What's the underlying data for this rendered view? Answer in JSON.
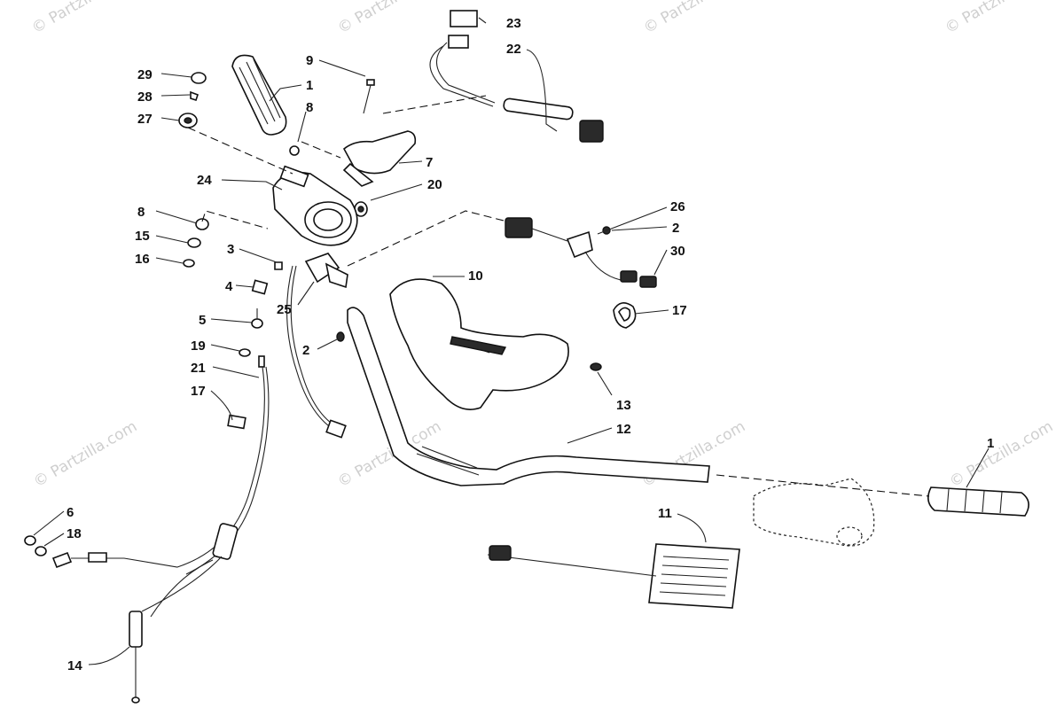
{
  "watermark": {
    "text": "© Partzilla.com"
  },
  "callouts": [
    {
      "id": "c29",
      "label": "29"
    },
    {
      "id": "c28",
      "label": "28"
    },
    {
      "id": "c27",
      "label": "27"
    },
    {
      "id": "c1a",
      "label": "1"
    },
    {
      "id": "c9",
      "label": "9"
    },
    {
      "id": "c8a",
      "label": "8"
    },
    {
      "id": "c23",
      "label": "23"
    },
    {
      "id": "c22",
      "label": "22"
    },
    {
      "id": "c7",
      "label": "7"
    },
    {
      "id": "c24",
      "label": "24"
    },
    {
      "id": "c20",
      "label": "20"
    },
    {
      "id": "c8b",
      "label": "8"
    },
    {
      "id": "c15",
      "label": "15"
    },
    {
      "id": "c16",
      "label": "16"
    },
    {
      "id": "c3",
      "label": "3"
    },
    {
      "id": "c26",
      "label": "26"
    },
    {
      "id": "c2a",
      "label": "2"
    },
    {
      "id": "c30",
      "label": "30"
    },
    {
      "id": "c4",
      "label": "4"
    },
    {
      "id": "c10",
      "label": "10"
    },
    {
      "id": "c25",
      "label": "25"
    },
    {
      "id": "c5",
      "label": "5"
    },
    {
      "id": "c17a",
      "label": "17"
    },
    {
      "id": "c19",
      "label": "19"
    },
    {
      "id": "c2b",
      "label": "2"
    },
    {
      "id": "c21",
      "label": "21"
    },
    {
      "id": "c17b",
      "label": "17"
    },
    {
      "id": "c13",
      "label": "13"
    },
    {
      "id": "c12",
      "label": "12"
    },
    {
      "id": "c1b",
      "label": "1"
    },
    {
      "id": "c6",
      "label": "6"
    },
    {
      "id": "c18",
      "label": "18"
    },
    {
      "id": "c11",
      "label": "11"
    },
    {
      "id": "c14",
      "label": "14"
    }
  ]
}
